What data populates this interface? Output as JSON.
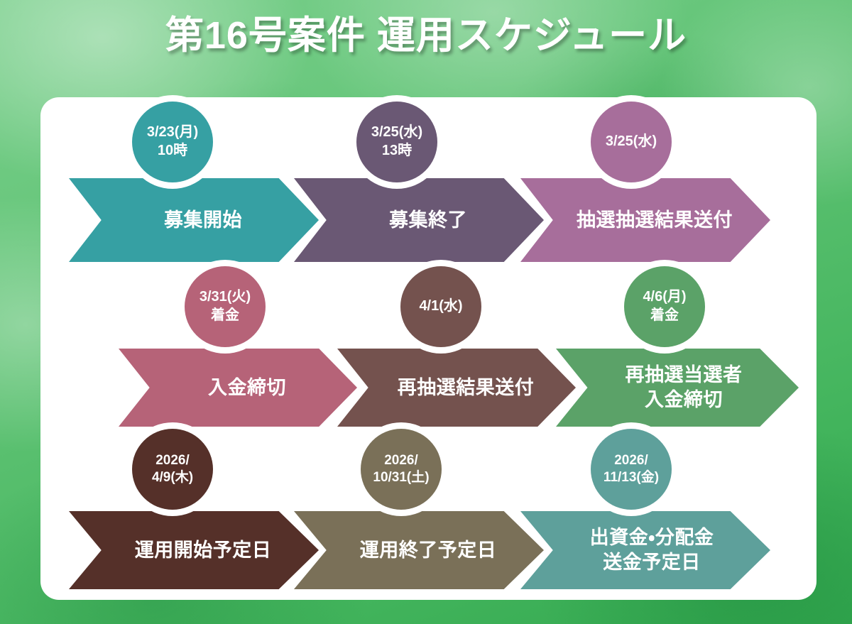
{
  "page": {
    "title": "第16号案件 運用スケジュール",
    "background_color": "#5dbf72",
    "card_color": "#ffffff"
  },
  "schedule": {
    "rows": [
      {
        "steps": [
          {
            "badge": "3/23(月)\n10時",
            "label": "募集開始",
            "color": "#36a0a3"
          },
          {
            "badge": "3/25(水)\n13時",
            "label": "募集終了",
            "color": "#6a5874"
          },
          {
            "badge": "3/25(水)",
            "label": "抽選抽選結果送付",
            "color": "#a76e9b"
          }
        ]
      },
      {
        "steps": [
          {
            "badge": "3/31(火)\n着金",
            "label": "入金締切",
            "color": "#b66378"
          },
          {
            "badge": "4/1(水)",
            "label": "再抽選結果送付",
            "color": "#74524e"
          },
          {
            "badge": "4/6(月)\n着金",
            "label": "再抽選当選者\n入金締切",
            "color": "#5ba268"
          }
        ]
      },
      {
        "steps": [
          {
            "badge": "2026/\n4/9(木)",
            "label": "運用開始予定日",
            "color": "#553029"
          },
          {
            "badge": "2026/\n10/31(土)",
            "label": "運用終了予定日",
            "color": "#7a7058"
          },
          {
            "badge": "2026/\n11/13(金)",
            "label": "出資金・分配金\n送金予定日",
            "color": "#5ea09b"
          }
        ]
      }
    ]
  }
}
